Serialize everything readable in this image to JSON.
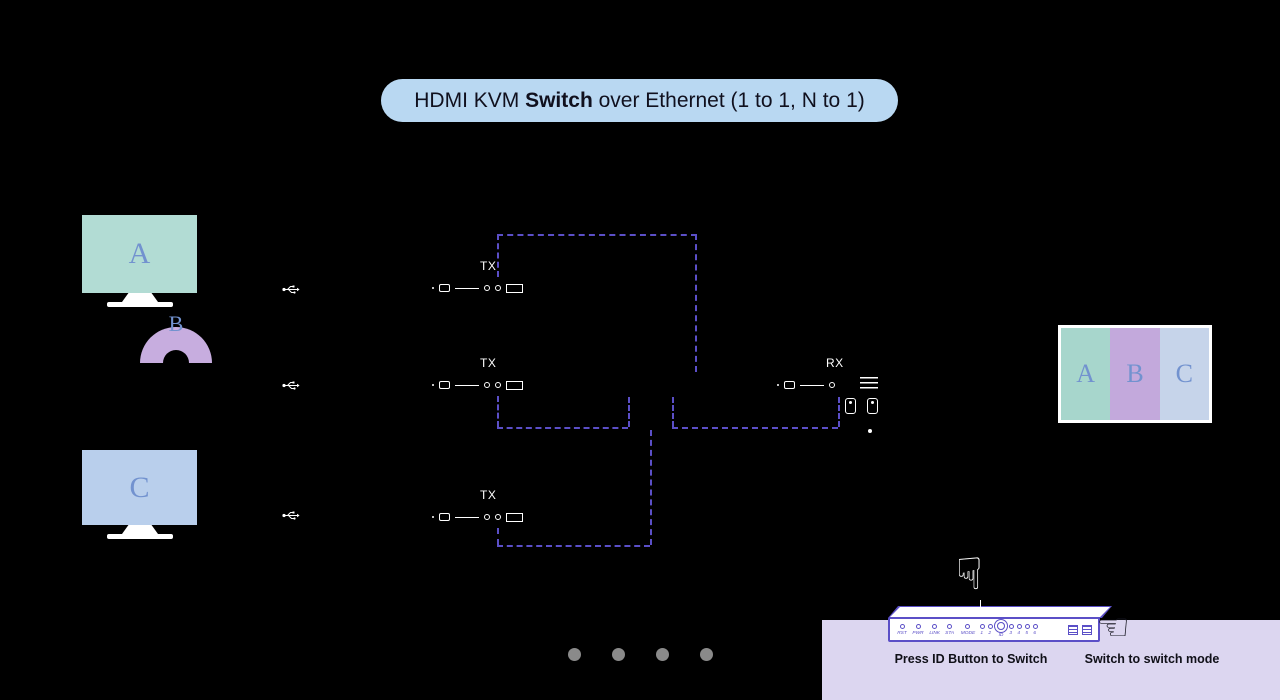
{
  "title": {
    "text_before": "HDMI KVM ",
    "text_bold": "Switch",
    "text_after": " over Ethernet (1 to 1, N to 1)"
  },
  "sources": {
    "monitor_a_letter": "A",
    "disc_b_letter": "B",
    "monitor_c_letter": "C"
  },
  "transmitter": {
    "label": "TX"
  },
  "receiver": {
    "label": "RX"
  },
  "output_monitor": {
    "band_a_letter": "A",
    "band_b_letter": "B",
    "band_c_letter": "C"
  },
  "switch_panel": {
    "led_labels": [
      "RST",
      "PWR",
      "LINK",
      "STA",
      "MODE",
      "1",
      "2",
      "ID",
      "3",
      "4",
      "5",
      "6"
    ],
    "caption_press": "Press ID Button to Switch",
    "caption_mode": "Switch to switch mode"
  },
  "colors": {
    "title_bg": "#b9d8f2",
    "monitor_a": "#b2dcd4",
    "disc_b": "#c7addf",
    "monitor_c": "#b9cfec",
    "band_a": "#a7d6cc",
    "band_b": "#c3a9dc",
    "band_c": "#c6d4ea",
    "dashed_cable": "#5b4fc7",
    "info_panel_bg": "#dcd6f0",
    "letter_blue": "#7292cf"
  }
}
